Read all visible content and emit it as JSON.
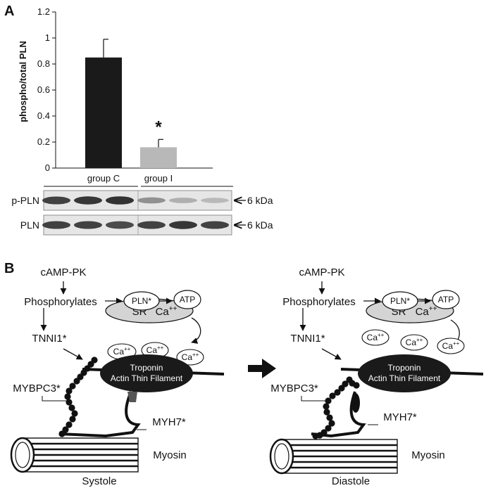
{
  "panels": {
    "a_label": "A",
    "b_label": "B"
  },
  "chart_data": {
    "type": "bar",
    "categories": [
      "group C",
      "group I"
    ],
    "values": [
      0.85,
      0.16
    ],
    "errors": [
      0.14,
      0.06
    ],
    "ylabel": "phospho/total PLN",
    "ylim": [
      0,
      1.2
    ],
    "yticks": [
      "0",
      "0.2",
      "0.4",
      "0.6",
      "0.8",
      "1",
      "1.2"
    ],
    "bar_colors": [
      "#1a1a1a",
      "#b8b8b8"
    ],
    "significance": [
      "",
      "*"
    ]
  },
  "blot": {
    "rows": [
      {
        "label": "p-PLN",
        "size": "6 kDa",
        "intensity": [
          0.85,
          0.9,
          0.92,
          0.45,
          0.3,
          0.25
        ]
      },
      {
        "label": "PLN",
        "size": "6 kDa",
        "intensity": [
          0.85,
          0.85,
          0.8,
          0.85,
          0.9,
          0.85
        ]
      }
    ]
  },
  "diagram": {
    "cell_labels": {
      "kinase": "cAMP-PK",
      "phos": "Phosphorylates",
      "pln": "PLN*",
      "atp": "ATP",
      "sr": "SR",
      "ca": "Ca",
      "ca_sup": "++",
      "tnni": "TNNI1*",
      "troponin": "Troponin",
      "filament": "Actin Thin Filament",
      "mybpc": "MYBPC3*",
      "myh": "MYH7*",
      "myosin": "Myosin"
    },
    "phases": [
      "Systole",
      "Diastole"
    ]
  }
}
